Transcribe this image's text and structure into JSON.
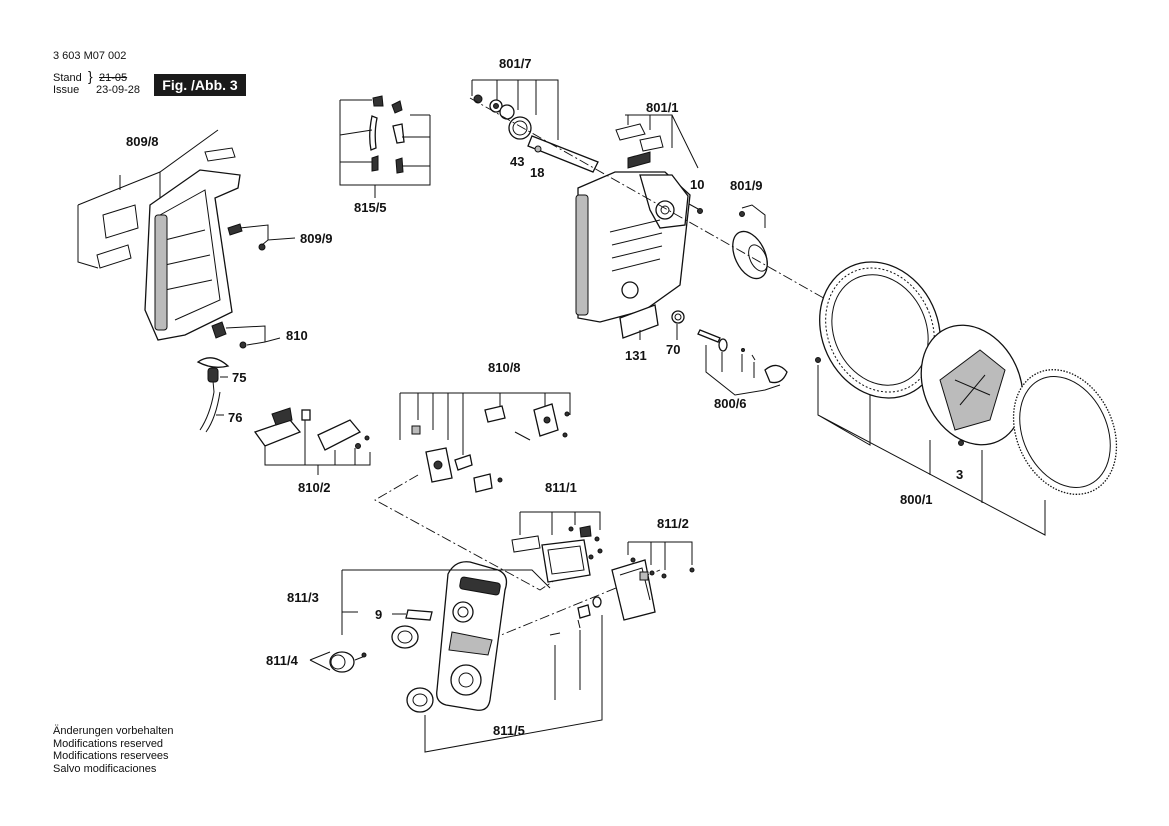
{
  "header": {
    "doc_number": "3 603 M07 002",
    "stand_label": "Stand",
    "issue_label": "Issue",
    "stand_date": "21-05",
    "issue_date": "23-09-28",
    "figure": "Fig. /Abb. 3"
  },
  "footer": {
    "lines": [
      "Änderungen vorbehalten",
      "Modifications reserved",
      "Modifications reservees",
      "Salvo modificaciones"
    ]
  },
  "labels": {
    "l801_7": "801/7",
    "l801_1": "801/1",
    "l43": "43",
    "l18": "18",
    "l10": "10",
    "l801_9": "801/9",
    "l809_8": "809/8",
    "l809_9": "809/9",
    "l810": "810",
    "l815_5": "815/5",
    "l75": "75",
    "l76": "76",
    "l131": "131",
    "l70": "70",
    "l800_6": "800/6",
    "l810_8": "810/8",
    "l810_2": "810/2",
    "l811_1": "811/1",
    "l811_2": "811/2",
    "l811_3": "811/3",
    "l9": "9",
    "l811_4": "811/4",
    "l811_5": "811/5",
    "l3": "3",
    "l800_1": "800/1"
  }
}
